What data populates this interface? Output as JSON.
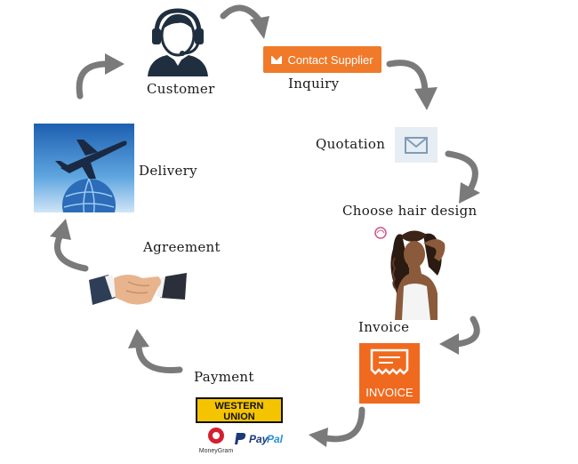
{
  "steps": {
    "customer": "Customer",
    "inquiry": "Inquiry",
    "quotation": "Quotation",
    "choose_hair": "Choose hair design",
    "invoice": "Invoice",
    "payment": "Payment",
    "agreement": "Agreement",
    "delivery": "Delivery"
  },
  "contact_button": {
    "label": "Contact Supplier"
  },
  "invoice_icon": {
    "label": "INVOICE"
  },
  "payment_logos": {
    "western_union_line1": "WESTERN",
    "western_union_line2": "UNION",
    "moneygram": "MoneyGram",
    "paypal_pay": "Pay",
    "paypal_pal": "Pal"
  },
  "colors": {
    "arrow": "#7a7a7a",
    "orange": "#f07a2a",
    "invoice_orange": "#ef6a1f",
    "customer_icon": "#1f2f3f",
    "western_union_yellow": "#f5c400",
    "paypal_dark": "#1b3a7a",
    "paypal_light": "#2a8fd6"
  },
  "icons": [
    "customer-service-icon",
    "mail-icon",
    "airplane-globe-image",
    "model-photo",
    "invoice-icon",
    "handshake-image",
    "western-union-logo",
    "moneygram-logo",
    "paypal-logo"
  ]
}
